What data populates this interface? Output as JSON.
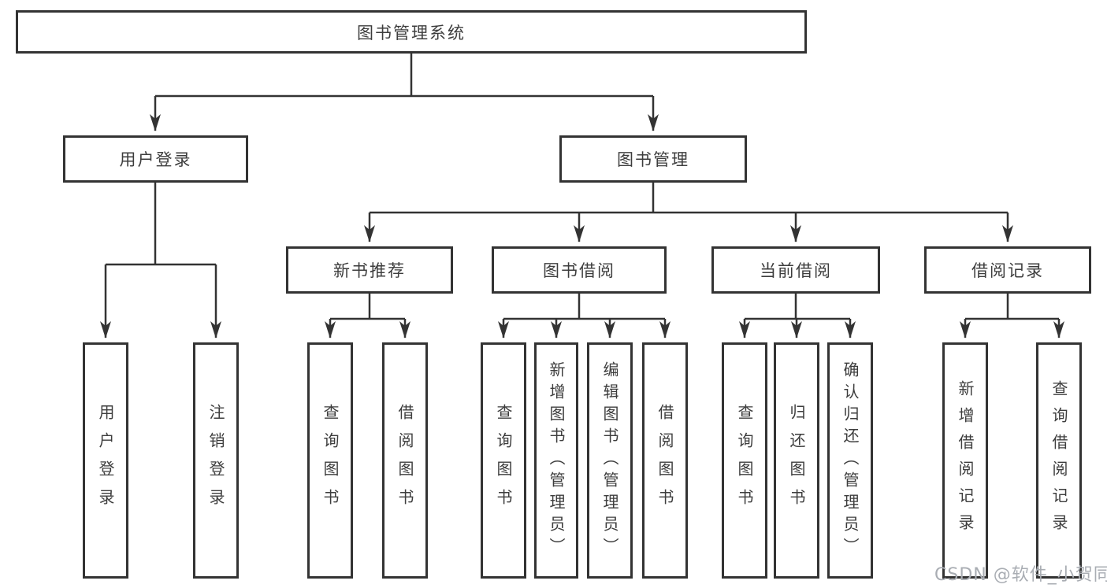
{
  "diagram": {
    "root": "图书管理系统",
    "branches": {
      "user_login": "用户登录",
      "book_management": "图书管理"
    },
    "modules": {
      "new_book_recommend": "新书推荐",
      "book_borrow": "图书借阅",
      "current_borrow": "当前借阅",
      "borrow_records": "借阅记录"
    },
    "functions": {
      "user_login": [
        "用户登录",
        "注销登录"
      ],
      "new_book_recommend": [
        "查询图书",
        "借阅图书"
      ],
      "book_borrow": [
        "查询图书",
        "新增图书（管理员）",
        "编辑图书（管理员）",
        "借阅图书"
      ],
      "current_borrow": [
        "查询图书",
        "归还图书",
        "确认归还（管理员）"
      ],
      "borrow_records": [
        "新增借阅记录",
        "查询借阅记录"
      ]
    },
    "watermark": "CSDN @软件_小贺同学",
    "colors": {
      "line": "#333333",
      "text": "#3d3d3d",
      "watermark": "#a9adb3",
      "background": "#ffffff"
    }
  }
}
